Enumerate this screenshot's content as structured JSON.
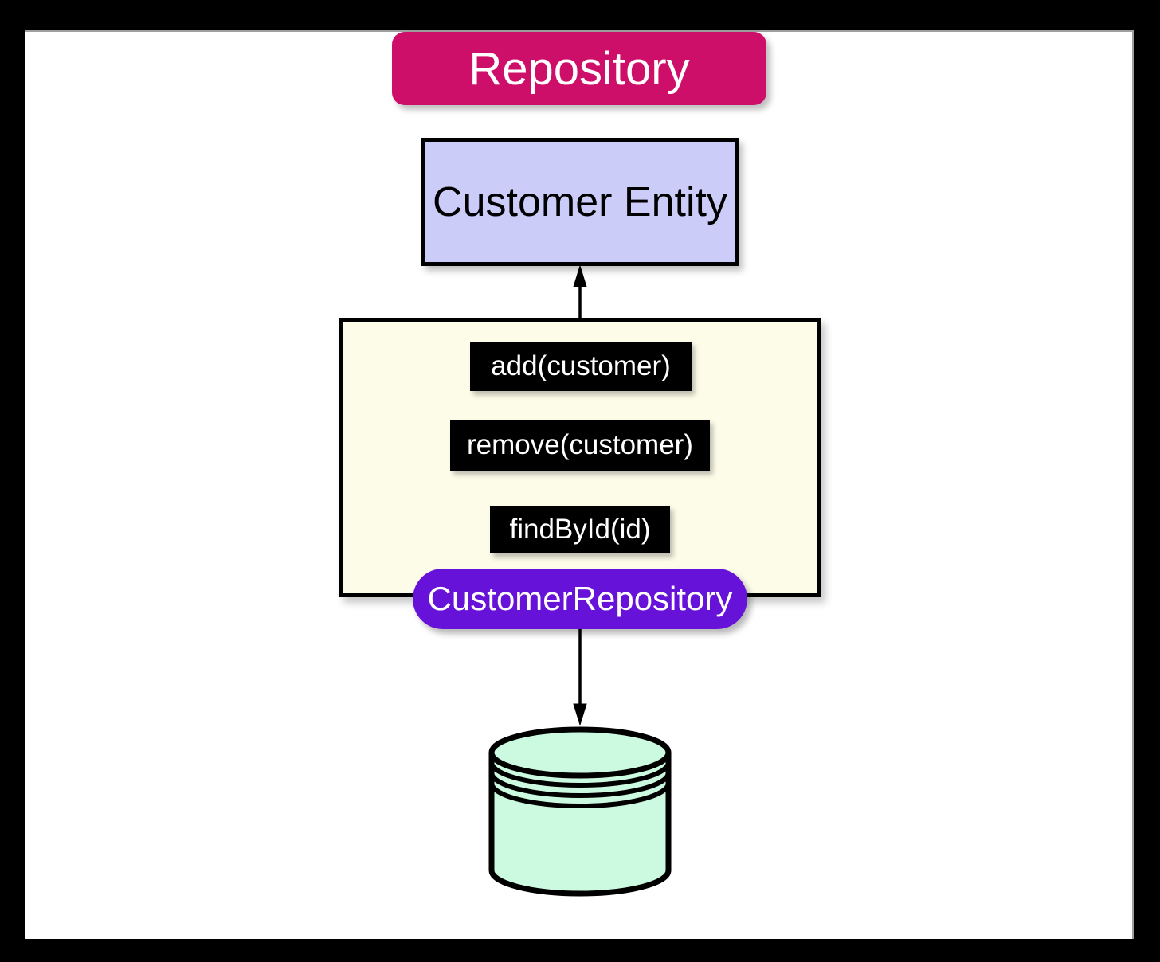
{
  "frame": {
    "frame_color": "#000000",
    "canvas_color": "#ffffff"
  },
  "diagram": {
    "title": "Repository",
    "title_bg": "#CE0F69",
    "entity": {
      "label": "Customer Entity",
      "bg": "#CBCCF8"
    },
    "repository_panel": {
      "bg": "#FDFCE9",
      "method_bg": "#000000",
      "method_text_color": "#ffffff",
      "methods": [
        {
          "label": "add(customer)"
        },
        {
          "label": "remove(customer)"
        },
        {
          "label": "findById(id)"
        }
      ],
      "pill_label": "CustomerRepository",
      "pill_bg": "#6712D8"
    },
    "database": {
      "icon": "database-cylinder-icon",
      "fill": "#CCFAE0",
      "stroke": "#000000"
    },
    "arrows": [
      {
        "direction": "up",
        "from": "repository-panel",
        "to": "customer-entity"
      },
      {
        "direction": "down",
        "from": "customer-repository-pill",
        "to": "database"
      }
    ]
  }
}
